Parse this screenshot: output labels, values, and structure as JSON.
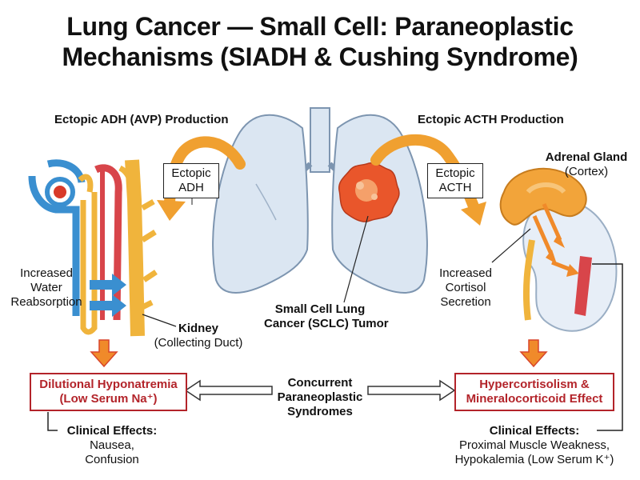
{
  "title": {
    "line1": "Lung Cancer — Small Cell: Paraneoplastic",
    "line2": "Mechanisms (SIADH & Cushing Syndrome)"
  },
  "left": {
    "heading": "Ectopic ADH (AVP) Production",
    "box_line1": "Ectopic",
    "box_line2": "ADH",
    "reabsorption_line1": "Increased",
    "reabsorption_line2": "Water",
    "reabsorption_line3": "Reabsorption",
    "kidney_title": "Kidney",
    "kidney_sub": "(Collecting Duct)",
    "result_line1": "Dilutional Hyponatremia",
    "result_line2": "(Low Serum Na⁺)",
    "effects_title": "Clinical Effects:",
    "effects_line1": "Nausea,",
    "effects_line2": "Confusion"
  },
  "center": {
    "tumor_line1": "Small Cell Lung",
    "tumor_line2": "Cancer (SCLC) Tumor",
    "concurrent_line1": "Concurrent",
    "concurrent_line2": "Paraneoplastic",
    "concurrent_line3": "Syndromes"
  },
  "right": {
    "heading": "Ectopic ACTH Production",
    "box_line1": "Ectopic",
    "box_line2": "ACTH",
    "adrenal_title": "Adrenal Gland",
    "adrenal_sub": "(Cortex)",
    "cortisol_line1": "Increased",
    "cortisol_line2": "Cortisol",
    "cortisol_line3": "Secretion",
    "result_line1": "Hypercortisolism &",
    "result_line2": "Mineralocorticoid Effect",
    "effects_title": "Clinical Effects:",
    "effects_line1": "Proximal Muscle Weakness,",
    "effects_line2": "Hypokalemia (Low Serum K⁺)"
  },
  "colors": {
    "orange": "#f0a030",
    "red_accent": "#b3242a",
    "lung_fill": "#dbe6f2",
    "blue_arrow": "#3a8fd0"
  }
}
